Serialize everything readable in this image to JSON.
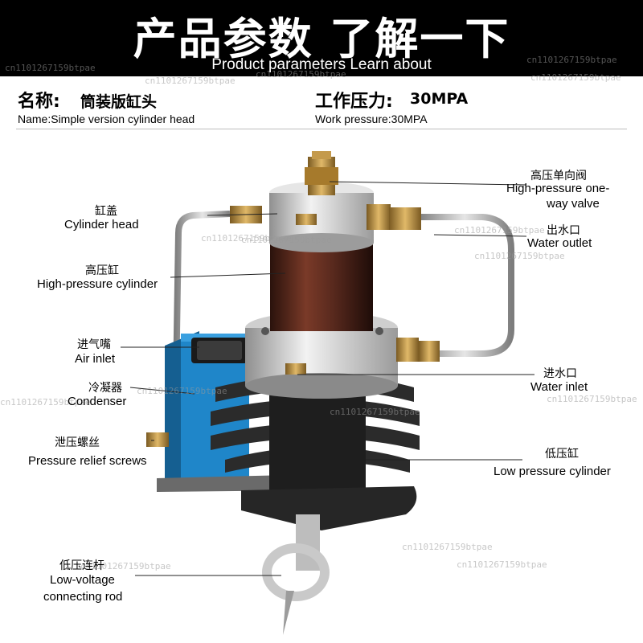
{
  "banner": {
    "title": "产品参数 了解一下",
    "subtitle": "Product parameters Learn about"
  },
  "specs": {
    "name_label": "名称:",
    "name_value": "筒装版缸头",
    "name_en": "Name:Simple version cylinder head",
    "pressure_label": "工作压力:",
    "pressure_value": "30MPA",
    "pressure_en": "Work pressure:30MPA"
  },
  "watermark": "cn1101267159btpae",
  "labels": {
    "cylinder_head": {
      "cn": "缸盖",
      "en": "Cylinder head"
    },
    "high_pressure_cylinder": {
      "cn": "高压缸",
      "en": "High-pressure cylinder"
    },
    "air_inlet": {
      "cn": "进气嘴",
      "en": "Air inlet"
    },
    "condenser": {
      "cn": "冷凝器",
      "en": "Condenser"
    },
    "pressure_relief": {
      "cn": "泄压螺丝",
      "en": "Pressure relief screws"
    },
    "connecting_rod": {
      "cn": "低压连杆",
      "en1": "Low-voltage",
      "en2": "connecting rod"
    },
    "check_valve": {
      "cn": "高压单向阀",
      "en1": "High-pressure one-",
      "en2": "way valve"
    },
    "water_outlet": {
      "cn": "出水口",
      "en": "Water outlet"
    },
    "water_inlet": {
      "cn": "进水口",
      "en": "Water inlet"
    },
    "low_pressure_cylinder": {
      "cn": "低压缸",
      "en": "Low pressure cylinder"
    }
  },
  "colors": {
    "banner_bg": "#000000",
    "body_bg": "#ffffff",
    "cylinder": "#5a2a1e",
    "aluminum": "#d9d9d9",
    "brass": "#b58a3c",
    "fins": "#2b2b2b",
    "blue_block": "#1f86c9",
    "steel_tube": "#a8a8a8"
  }
}
